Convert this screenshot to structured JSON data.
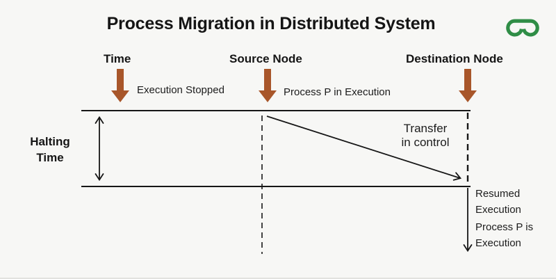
{
  "page": {
    "title": "Process Migration in Distributed System"
  },
  "columns": {
    "time_label": "Time",
    "source_label": "Source Node",
    "destination_label": "Destination Node"
  },
  "annotations": {
    "execution_stopped": "Execution Stopped",
    "process_in_execution": "Process P in Execution",
    "transfer_in_control": "Transfer\nin control",
    "halting_time": "Halting\nTime",
    "resumed_execution": "Resumed\nExecution",
    "process_p_is_execution": "Process P is\nExecution"
  },
  "icons": {
    "logo": "geeksforgeeks-logo",
    "pointer_arrows": [
      "time-pointer-arrow",
      "source-node-pointer-arrow",
      "destination-node-pointer-arrow"
    ]
  },
  "colors": {
    "background": "#f7f7f5",
    "line_black": "#161616",
    "arrow_brown": "#a8562a",
    "logo_green": "#2f8d46",
    "text_black": "#151515"
  }
}
